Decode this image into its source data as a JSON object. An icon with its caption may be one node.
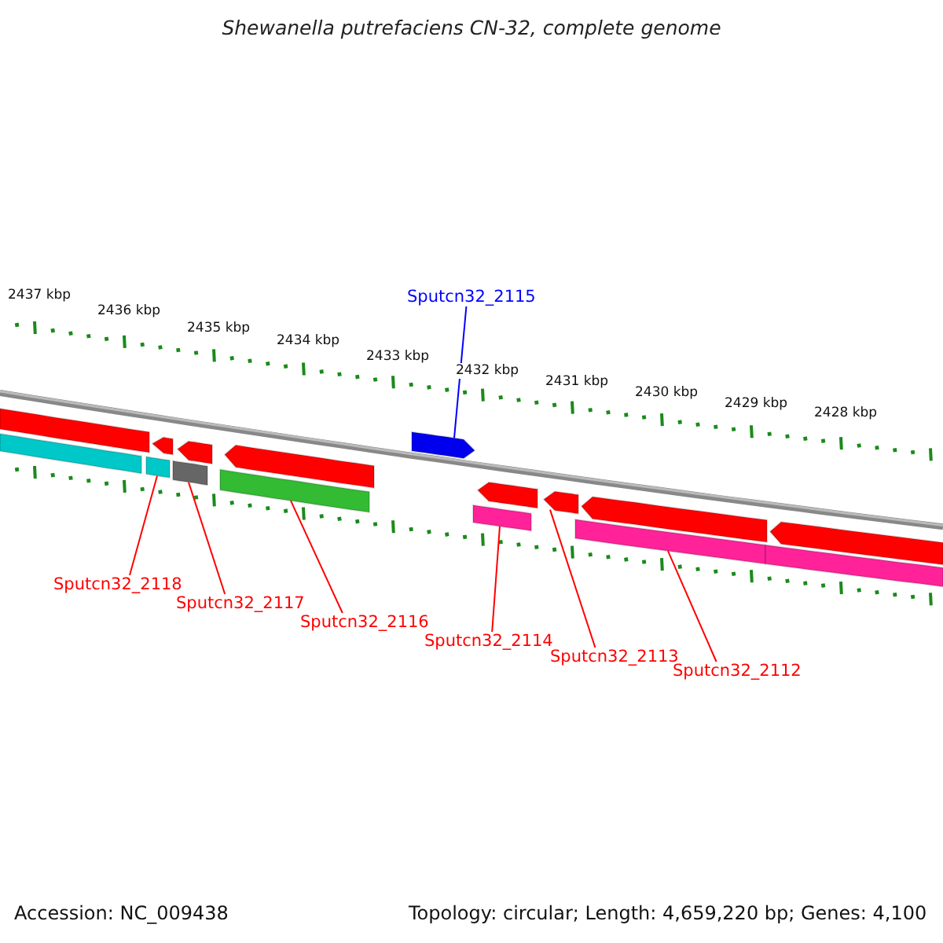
{
  "diagram": {
    "title": "Shewanella putrefaciens CN-32, complete genome",
    "nodes": [
      {
        "text": [
          "Sputcn32_2115"
        ]
      },
      {
        "text": [
          "Sputcn32_2118"
        ]
      },
      {
        "text": [
          "Sputcn32_2117"
        ]
      },
      {
        "text": [
          "Sputcn32_2116"
        ]
      },
      {
        "text": [
          "Sputcn32_2114"
        ]
      },
      {
        "text": [
          "Sputcn32_2113"
        ]
      },
      {
        "text": [
          "Sputcn32_2112"
        ]
      },
      {
        "text": [],
        "shape": "bar"
      },
      {
        "text": [],
        "shape": "bar"
      },
      {
        "text": [],
        "shape": "bar"
      },
      {
        "text": [],
        "shape": "bar"
      },
      {
        "text": [],
        "shape": "bar"
      },
      {
        "text": [],
        "shape": "bar"
      },
      {
        "text": [],
        "shape": "bar"
      },
      {
        "text": [],
        "shape": "bar"
      },
      {
        "text": [],
        "shape": "bar"
      },
      {
        "text": [],
        "shape": "bar"
      },
      {
        "text": [],
        "shape": "bar"
      },
      {
        "text": [],
        "shape": "bar"
      },
      {
        "text": [],
        "shape": "bar"
      },
      {
        "text": [],
        "shape": "bar"
      },
      {
        "text": [],
        "shape": "bar"
      },
      {
        "text": [],
        "shape": "bar"
      }
    ],
    "edges": [
      {
        "from": 0,
        "to": 7,
        "arrow": "none",
        "color": "#0000ff"
      },
      {
        "from": 1,
        "to": 8,
        "arrow": "none"
      },
      {
        "from": 2,
        "to": 9,
        "arrow": "none"
      },
      {
        "from": 3,
        "to": 10,
        "arrow": "none"
      },
      {
        "from": 4,
        "to": 11,
        "arrow": "none"
      },
      {
        "from": 5,
        "to": 12,
        "arrow": "none"
      },
      {
        "from": 6,
        "to": 13,
        "arrow": "none"
      }
    ],
    "labels": [
      "2437 kbp",
      "2436 kbp",
      "2435 kbp",
      "2434 kbp",
      "2433 kbp",
      "2432 kbp",
      "2431 kbp",
      "2430 kbp",
      "2429 kbp",
      "2428 kbp",
      "Accession: NC_009438",
      "Topology: circular; Length: 4,659,220 bp; Genes: 4,100"
    ]
  }
}
